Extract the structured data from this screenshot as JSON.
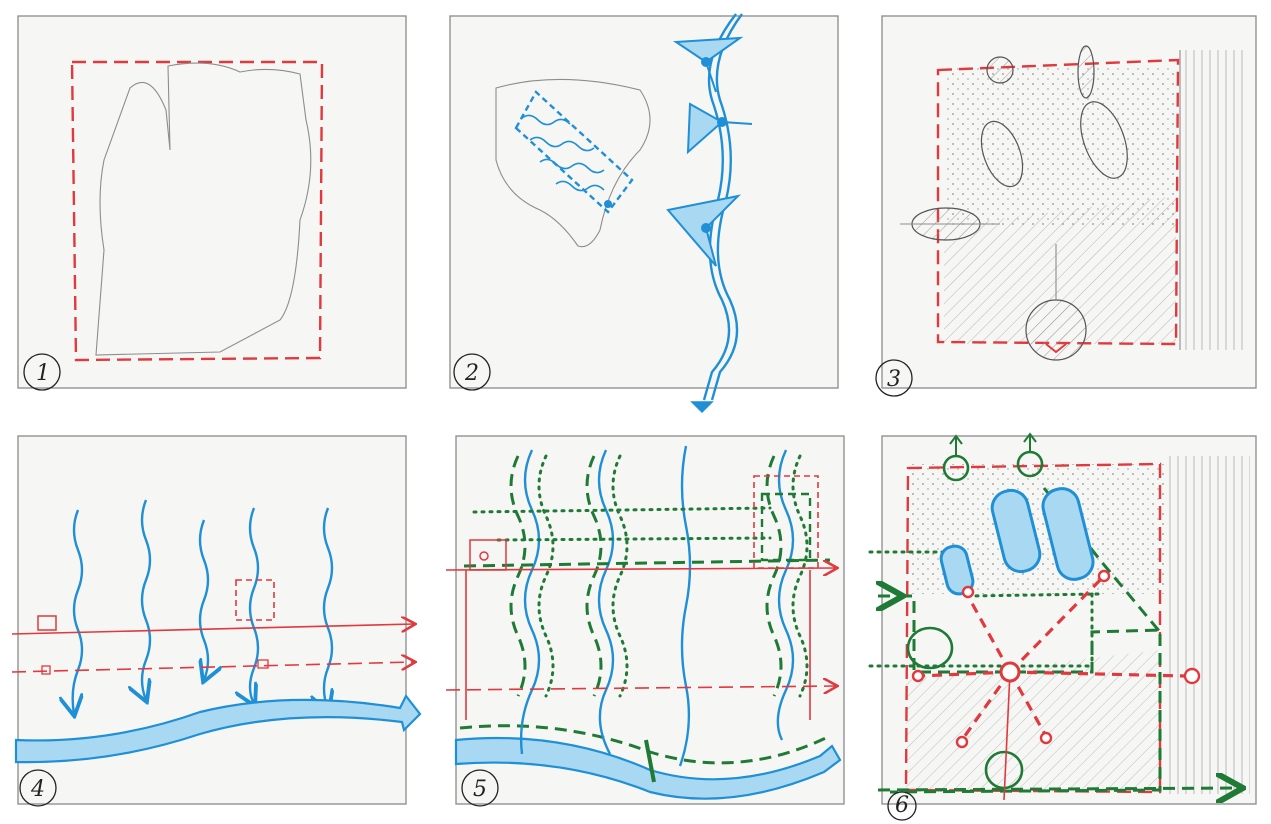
{
  "panels": [
    {
      "label": "1"
    },
    {
      "label": "2"
    },
    {
      "label": "3"
    },
    {
      "label": "4"
    },
    {
      "label": "5"
    },
    {
      "label": "6"
    }
  ],
  "colors": {
    "boundary_red": "#e0393e",
    "water_blue": "#1f8fd6",
    "river_fill": "#a9d8f2",
    "green_path": "#1f7a35",
    "pencil_gray": "#8d8d8d"
  }
}
